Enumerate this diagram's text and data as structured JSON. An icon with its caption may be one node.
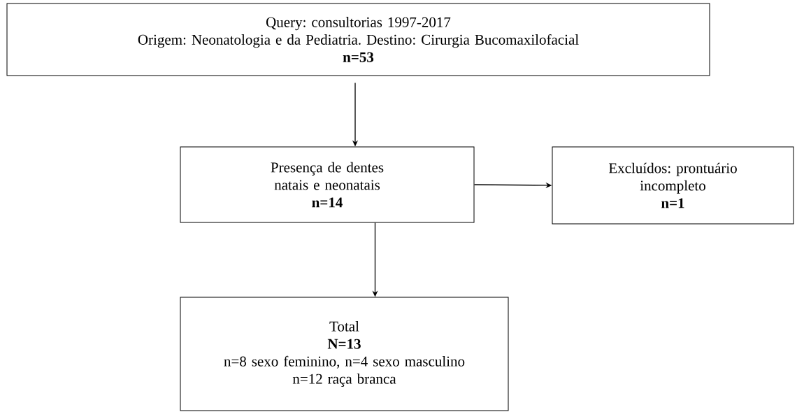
{
  "diagram": {
    "nodes": [
      {
        "text": [
          "Query: consultorias 1997-2017",
          "Origem: Neonatologia e da Pediatria. Destino: Cirurgia Bucomaxilofacial",
          "n=53"
        ]
      },
      {
        "text": [
          "Presença de dentes natais e neonatais",
          "n=14"
        ]
      },
      {
        "text": [
          "Excluídos: prontuário incompleto",
          "n=1"
        ]
      },
      {
        "text": [
          "Total",
          "N=13",
          "n=8 sexo feminino, n=4 sexo masculino",
          "n=12 raça branca"
        ]
      }
    ],
    "edges": [
      {
        "from": 0,
        "to": 1,
        "arrow": "to"
      },
      {
        "from": 1,
        "to": 2,
        "arrow": "to"
      },
      {
        "from": 1,
        "to": 3,
        "arrow": "to"
      }
    ]
  }
}
